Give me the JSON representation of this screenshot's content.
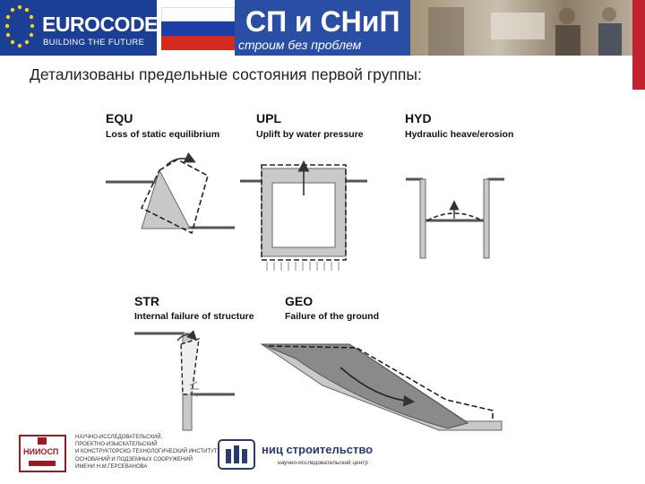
{
  "header": {
    "eurocodes_title": "EUROCODES",
    "eurocodes_subtitle": "BUILDING THE FUTURE",
    "snip_title": "СП и СНиП",
    "snip_slogan": "строим без проблем"
  },
  "colors": {
    "eu_blue": "#1b3f94",
    "snip_blue": "#2a4ea3",
    "red_bar": "#c0232e",
    "flag_white": "#ffffff",
    "flag_blue": "#1c3fa6",
    "flag_red": "#d52b1e"
  },
  "main": {
    "heading": "Детализованы предельные состояния первой группы:"
  },
  "diagrams": [
    {
      "code": "EQU",
      "label": "Loss of static equilibrium"
    },
    {
      "code": "UPL",
      "label": "Uplift by water pressure"
    },
    {
      "code": "HYD",
      "label": "Hydraulic heave/erosion"
    },
    {
      "code": "STR",
      "label": "Internal failure of structure"
    },
    {
      "code": "GEO",
      "label": "Failure of the ground"
    }
  ],
  "footer": {
    "niisp_logo": "НИИОСП",
    "niisp_lines": [
      "НАУЧНО-ИССЛЕДОВАТЕЛЬСКИЙ,",
      "ПРОЕКТНО-ИЗЫСКАТЕЛЬСКИЙ",
      "И КОНСТРУКТОРСКО-ТЕХНОЛОГИЧЕСКИЙ ИНСТИТУТ",
      "ОСНОВАНИЙ И ПОДЗЕМНЫХ СООРУЖЕНИЙ",
      "ИМЕНИ Н.М.ГЕРСЕВАНОВА"
    ],
    "nic_name": "ниц строительство",
    "nic_sub": "научно-исследовательский центр"
  }
}
